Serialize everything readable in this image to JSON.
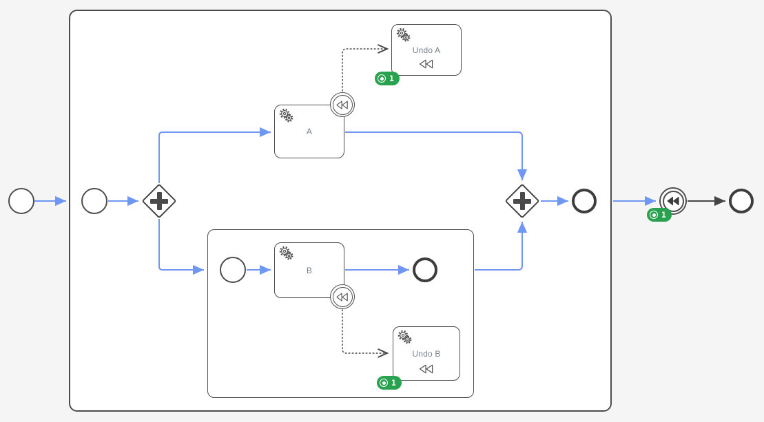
{
  "diagram": {
    "kind": "bpmn-process-with-compensation",
    "colors": {
      "background": "#f5f5f5",
      "shape_stroke": "#4d4d4d",
      "highlighted_flow_blue": "#6f96f2",
      "default_flow_dark": "#454545",
      "badge_green": "#28a24e",
      "label_text": "#76808f"
    },
    "tasks": {
      "a": {
        "label": "A",
        "type": "service-task",
        "icon": "gear-icon"
      },
      "undo_a": {
        "label": "Undo A",
        "type": "service-task",
        "icon": "gear-icon",
        "marker": "compensation"
      },
      "b": {
        "label": "B",
        "type": "service-task",
        "icon": "gear-icon"
      },
      "undo_b": {
        "label": "Undo B",
        "type": "service-task",
        "icon": "gear-icon",
        "marker": "compensation"
      }
    },
    "badges": {
      "undo_a": "1",
      "undo_b": "1",
      "compensation_throw": "1"
    },
    "events": {
      "boundary_a": "compensation-catch",
      "boundary_b": "compensation-catch",
      "after_subprocess": "compensation-throw"
    },
    "gateways": {
      "split": "parallel",
      "join": "parallel"
    }
  }
}
